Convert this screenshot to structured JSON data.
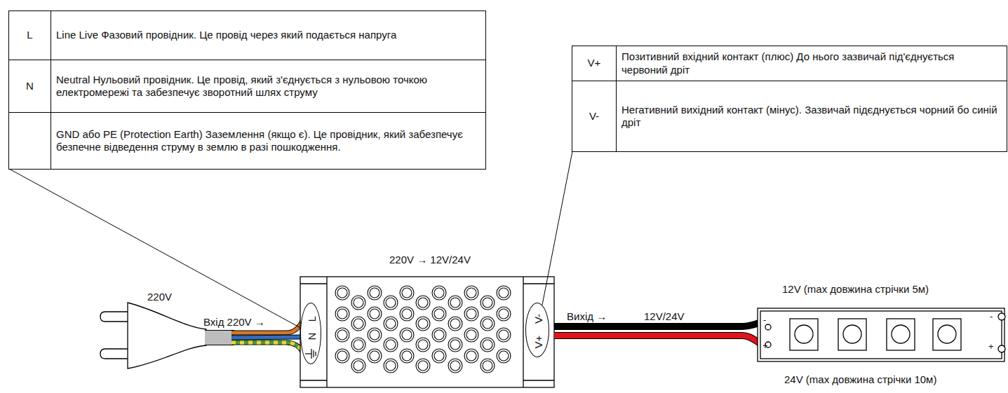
{
  "diagram": {
    "nodes": [
      {
        "text": [
          "L",
          "Line Live Фазовий провідник. Це провід через який подається напруга",
          "N",
          "Neutral Нульовий провідник. Це провід, який з'єднується з нульовою точкою електромережі та забезпечує зворотний шлях струму",
          "GND або PE (Protection Earth) Заземлення (якщо є). Це провідник, який забезпечує безпечне відведення струму в землю в разі пошкодження."
        ]
      },
      {
        "text": [
          "V+",
          "Позитивний вхідний контакт (плюс) До нього зазвичай під'єднується червоний дріт",
          "V-",
          "Негативний вихідний контакт (мінус). Зазвичай підєднується чорний бо синій дріт"
        ]
      },
      {
        "text": [
          "L",
          "N"
        ]
      },
      {
        "text": [
          "V+",
          "V-"
        ]
      }
    ],
    "edges": [
      {
        "from": 0,
        "to": 2,
        "arrow": "none"
      },
      {
        "from": 1,
        "to": 3,
        "arrow": "none"
      }
    ],
    "labels": [
      "220V",
      "Вхід 220V →",
      "220V → 12V/24V",
      "Вихід →",
      "12V/24V",
      "12V (max довжина стрічки 5м)",
      "24V (max довжина стрічки 10м)",
      "-",
      "+",
      "-",
      "+"
    ]
  }
}
